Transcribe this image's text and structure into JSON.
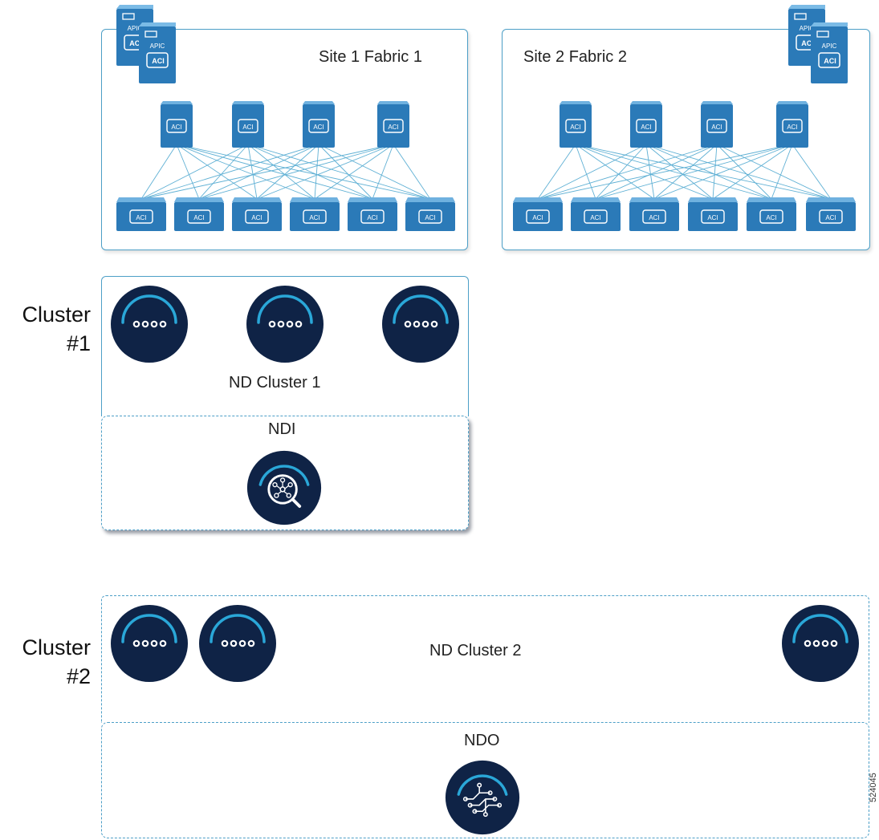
{
  "fabrics": [
    {
      "title": "Site 1 Fabric 1",
      "apic_label": "APIC",
      "device_label": "ACI"
    },
    {
      "title": "Site 2 Fabric 2",
      "apic_label": "APIC",
      "device_label": "ACI"
    }
  ],
  "cluster1": {
    "side_label_line1": "Cluster",
    "side_label_line2": "#1",
    "name": "ND Cluster 1",
    "service": "NDI"
  },
  "cluster2": {
    "side_label_line1": "Cluster",
    "side_label_line2": "#2",
    "name": "ND Cluster 2",
    "service": "NDO"
  },
  "colors": {
    "border": "#4d9fc7",
    "node_fill": "#0f2346",
    "node_arc": "#2aa7d8",
    "device_fill": "#2b7ab8",
    "link": "#5fb0d4"
  },
  "figure_id": "524045"
}
